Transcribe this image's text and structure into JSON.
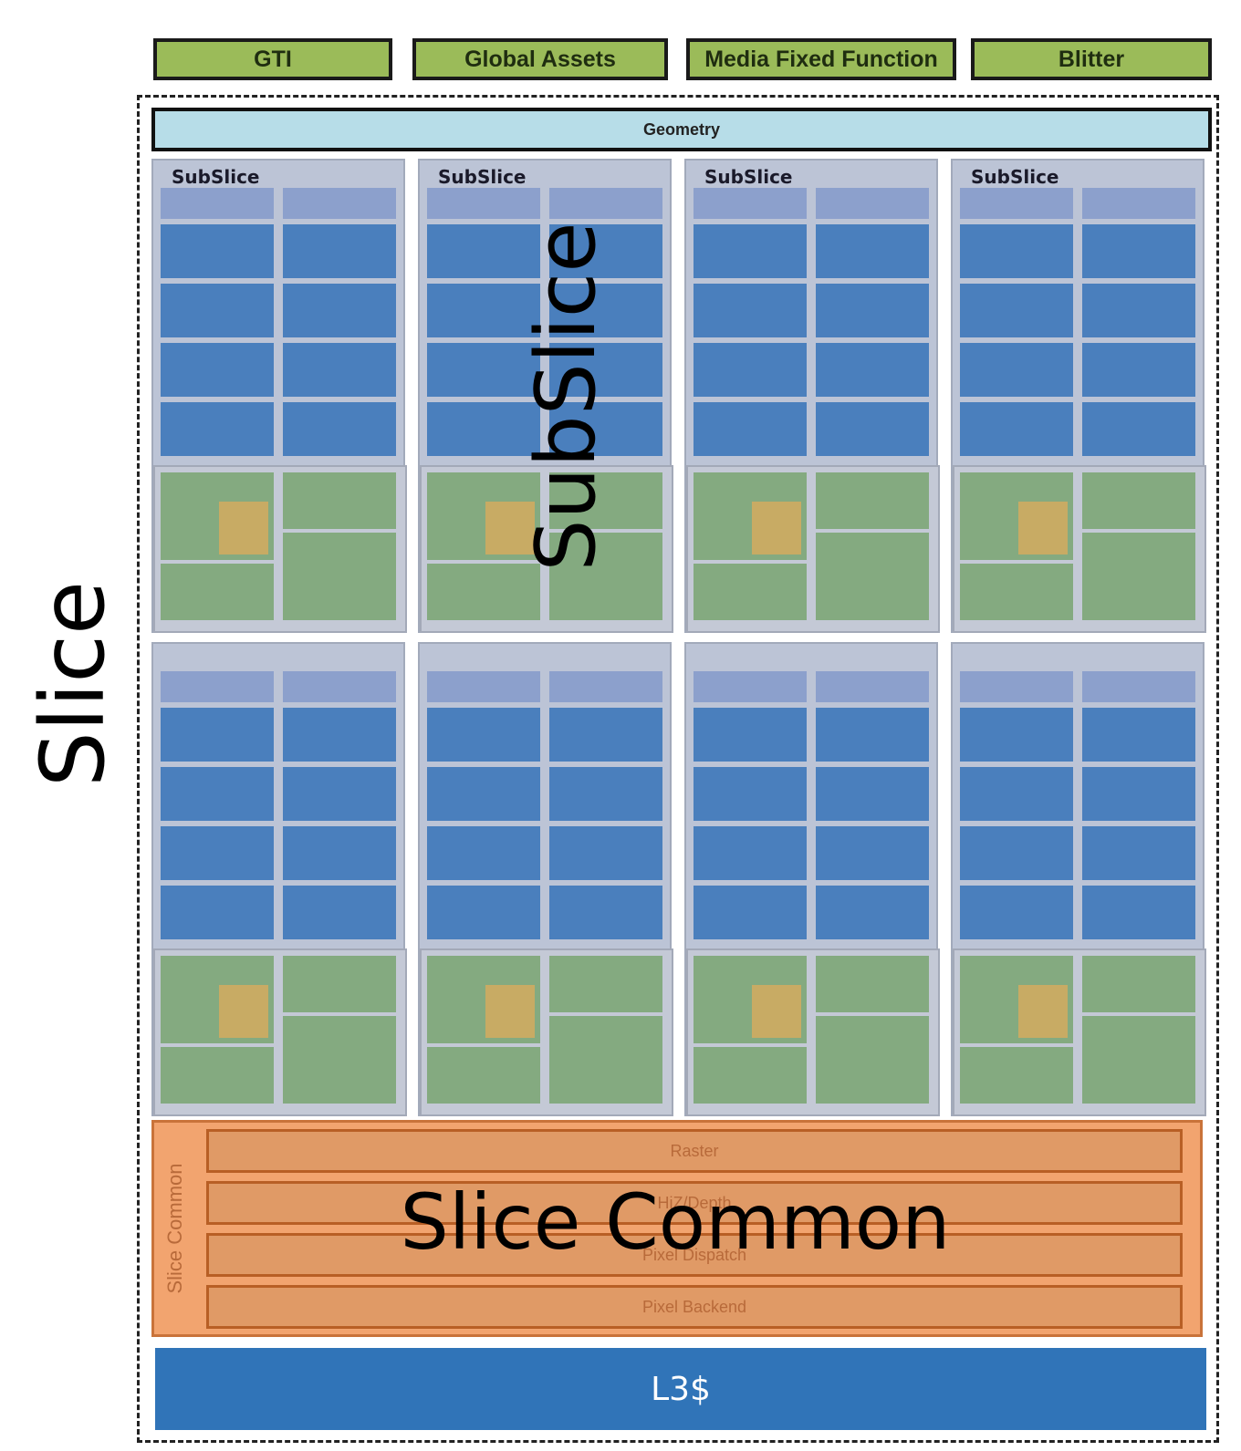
{
  "top_blocks": [
    {
      "label": "GTI"
    },
    {
      "label": "Global Assets"
    },
    {
      "label": "Media Fixed Function"
    },
    {
      "label": "Blitter"
    }
  ],
  "geometry_label": "Geometry",
  "slice_label": "Slice",
  "subslice_overlay_label": "SubSlice",
  "subslices": [
    {
      "title": "SubSlice"
    },
    {
      "title": "SubSlice"
    },
    {
      "title": "SubSlice"
    },
    {
      "title": "SubSlice"
    },
    {
      "title": ""
    },
    {
      "title": ""
    },
    {
      "title": ""
    },
    {
      "title": ""
    }
  ],
  "slice_common": {
    "vertical_label": "Slice Common",
    "overlay_label": "Slice Common",
    "bars": [
      "Raster",
      "HiZ/Depth",
      "Pixel Dispatch",
      "Pixel Backend"
    ]
  },
  "l3_label": "L3$",
  "colors": {
    "top_green": "#9bbb59",
    "geometry": "#b7dde8",
    "eu_blue": "#4a7fbd",
    "dispatch": "#8ca0cc",
    "sampler_green": "#84aa80",
    "texture": "#c8ab64",
    "slice_common": "#f2a46f",
    "l3": "#3074b8"
  }
}
